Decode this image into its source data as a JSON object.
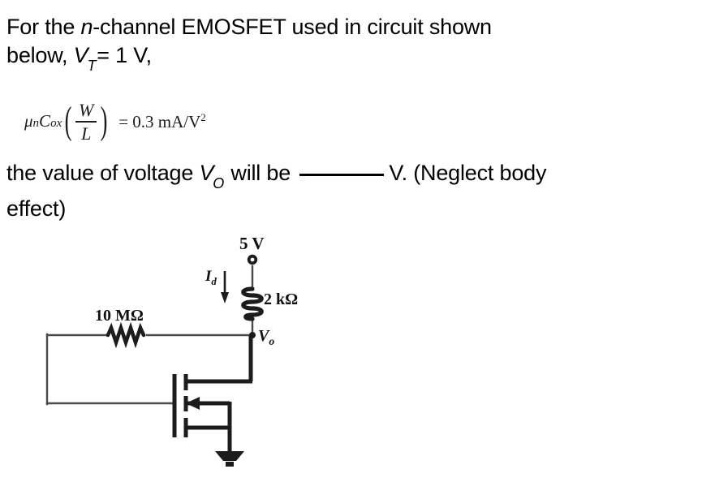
{
  "question": {
    "line1_a": "For the ",
    "line1_n": "n",
    "line1_b": "-channel EMOSFET used in circuit shown",
    "line2_a": "below, ",
    "line2_v": "V",
    "line2_sub": "T",
    "line2_b": "= 1 V,",
    "line3_a": "the value of voltage ",
    "line3_v": "V",
    "line3_sub": "O",
    "line3_b": " will be ",
    "line3_c": "V. (Neglect body",
    "line4": "effect)"
  },
  "formula": {
    "mu": "μ",
    "mu_sub": "n",
    "c": "C",
    "c_sub": "ox",
    "paren_open": "(",
    "paren_close": ")",
    "numerator": "W",
    "denominator": "L",
    "equals_value": "= 0.3 mA/V",
    "exponent": "2"
  },
  "circuit": {
    "supply_label": "5 V",
    "drain_current_label": "I",
    "drain_current_sub": "d",
    "drain_resistor_label": "2 kΩ",
    "gate_resistor_label": "10 MΩ",
    "output_label": "V",
    "output_sub": "o",
    "wire_color": "#4a4a4a",
    "device_color": "#1c1c1c",
    "ink_color": "#111111"
  }
}
